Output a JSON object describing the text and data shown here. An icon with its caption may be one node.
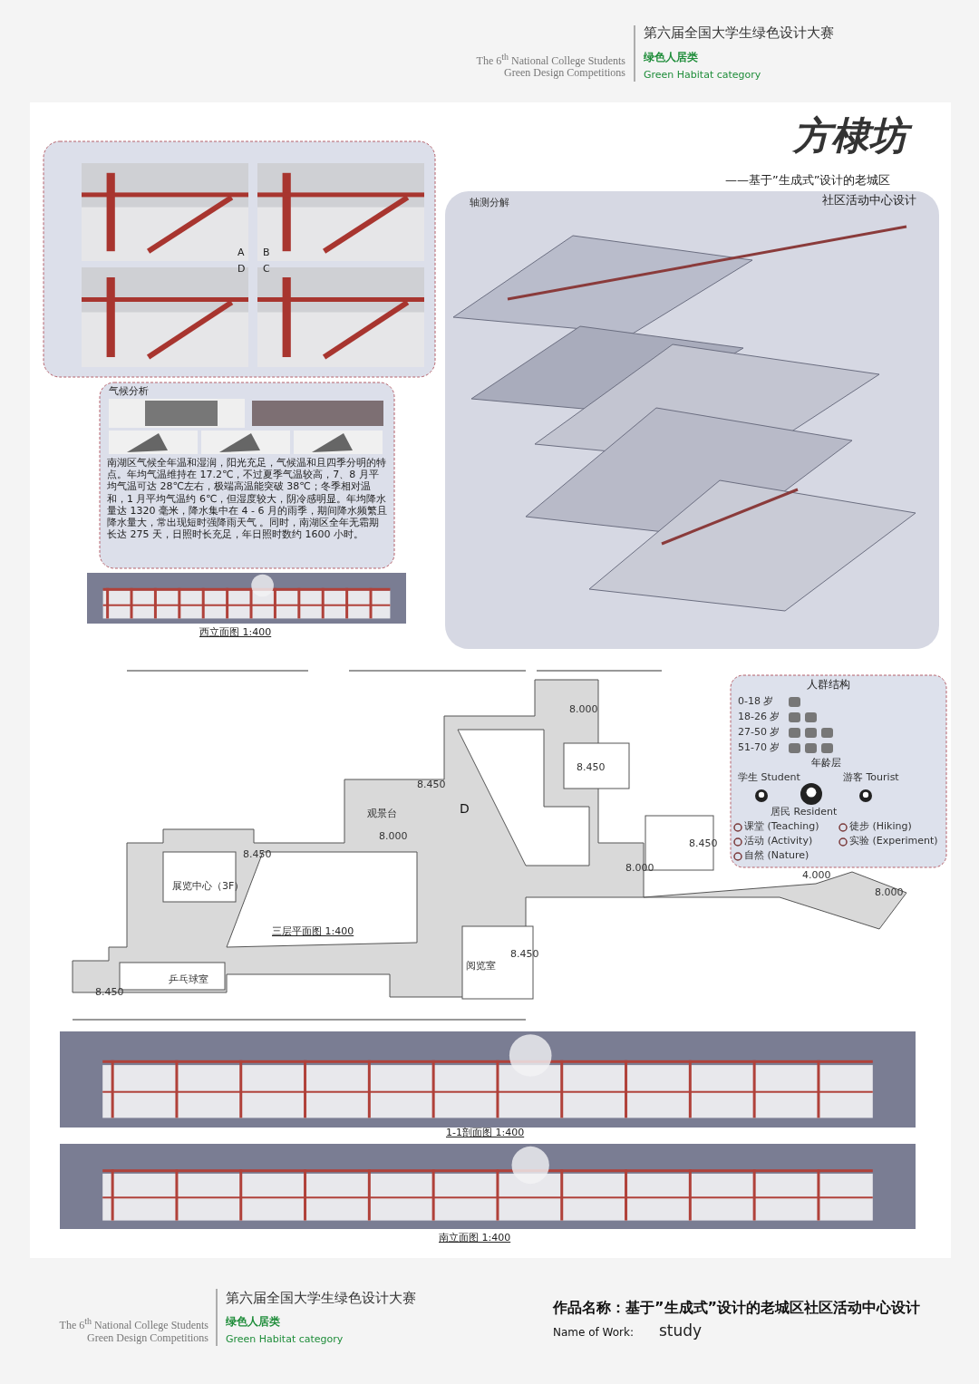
{
  "diagram": {
    "title": "方棣坊",
    "labels": [
      "第六届全国大学生绿色设计大赛",
      "The 6$^{th}$ National College Students",
      "Green Design Competitions",
      "绿色人居类",
      "Green Habitat category",
      "——基于”生成式”设计的老城区",
      "社区活动中心设计",
      "A",
      "B",
      "D",
      "C",
      "轴测分解",
      "气候分析",
      "南湖区气候全年温和湿润，阳光充足，气候温和且四季分明的特点。年均气温维持在 17.2℃，不过夏季气温较高，7、8 月平均气温可达 28℃左右，极端高温能突破 38℃；冬季相对温和，1 月平均气温约 6℃，但湿度较大，阴冷感明显。年均降水量达 1320 毫米，降水集中在 4 - 6 月的雨季，期间降水频繁且降水量大，常出现短时强降雨天气 。同时，南湖区全年无霜期长达 275 天，日照时长充足，年日照时数约 1600 小时。",
      "西立面图 1:400",
      "人群结构",
      "0-18 岁",
      "18-26 岁",
      "27-50 岁",
      "51-70 岁",
      "年龄层",
      "学生 Student",
      "游客 Tourist",
      "居民 Resident",
      "8.000",
      "8.450",
      "8.450",
      "观景台",
      "D",
      "8.000",
      "8.450",
      "展览中心（3F）",
      "8.450",
      "8.000",
      "4.000",
      "8.000",
      "三层平面图 1:400",
      "8.450",
      "阅览室",
      "乒乓球室",
      "8.450",
      "1-1剖面图 1:400",
      "南立面图 1:400",
      "第六届全国大学生绿色设计大赛",
      "The 6$^{th}$ National College Students",
      "Green Design Competitions",
      "绿色人居类",
      "Green Habitat category",
      "作品名称：基于”生成式”设计的老城区社区活动中心设计",
      "Name of Work:",
      "study"
    ],
    "legend": [
      {
        "text": "课堂 (Teaching)"
      },
      {
        "text": "徒步 (Hiking)"
      },
      {
        "text": "活动 (Activity)"
      },
      {
        "text": "实验 (Experiment)"
      },
      {
        "text": "自然 (Nature)"
      }
    ]
  }
}
